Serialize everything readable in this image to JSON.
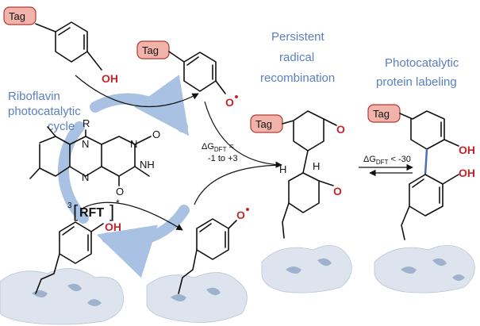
{
  "labels": {
    "tag": "Tag",
    "oh": "OH",
    "carbonyl_o": "O",
    "radical_o": "O",
    "hydrogen": "H",
    "cycle_line1": "Riboflavin",
    "cycle_line2": "photocatalytic",
    "cycle_line3": "cycle",
    "persistent_line1": "Persistent",
    "persistent_line2": "radical",
    "persistent_line3": "recombination",
    "labeling_line1": "Photocatalytic",
    "labeling_line2": "protein labeling",
    "rft_superscript": "3",
    "rft_name": "RFT",
    "rft_star": "*",
    "r_group": "R",
    "n_atom": "N",
    "nh": "NH",
    "dg_left_delta": "ΔG",
    "dg_left_sub": "DFT",
    "dg_left_eq": " =",
    "dg_left_range": "-1 to +3",
    "dg_right_delta": "ΔG",
    "dg_right_sub": "DFT",
    "dg_right_value": " < -30"
  },
  "colors": {
    "tag_fill": "#f2b3aa",
    "tag_border": "#b23a34",
    "heteroatom": "#c0272d",
    "label_blue": "#5a80bf",
    "cycle_arrow": "#a9c1e2",
    "protein": "#dde4ee",
    "new_bond": "#4a6fb0"
  }
}
